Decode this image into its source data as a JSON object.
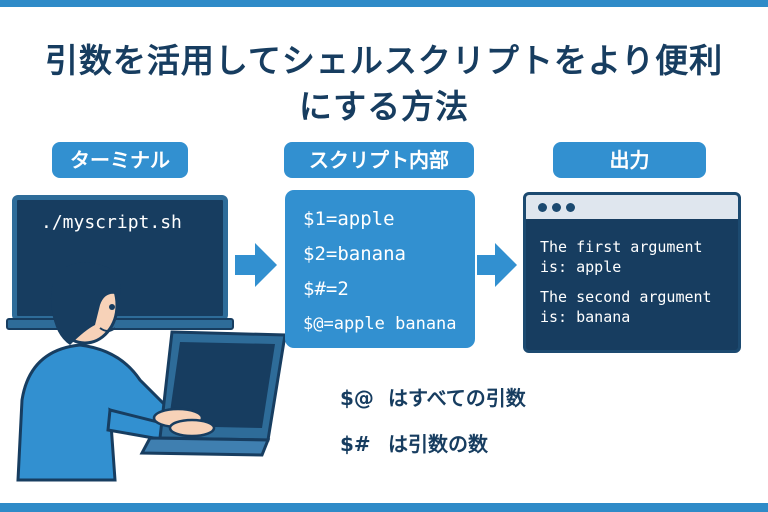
{
  "title_line1": "引数を活用してシェルスクリプトをより便利",
  "title_line2": "にする方法",
  "labels": {
    "terminal": "ターミナル",
    "script": "スクリプト内部",
    "output": "出力"
  },
  "terminal_command": "./myscript.sh",
  "script_lines": [
    "$1=apple",
    "$2=banana",
    "$#=2",
    "$@=apple banana"
  ],
  "output_lines": [
    "The first argument",
    "is: apple",
    "The second argument",
    "is: banana"
  ],
  "notes": [
    {
      "var": "$@",
      "desc": "はすべての引数"
    },
    {
      "var": "$#",
      "desc": "は引数の数"
    }
  ],
  "colors": {
    "accent": "#3290d0",
    "navy": "#173d60"
  }
}
